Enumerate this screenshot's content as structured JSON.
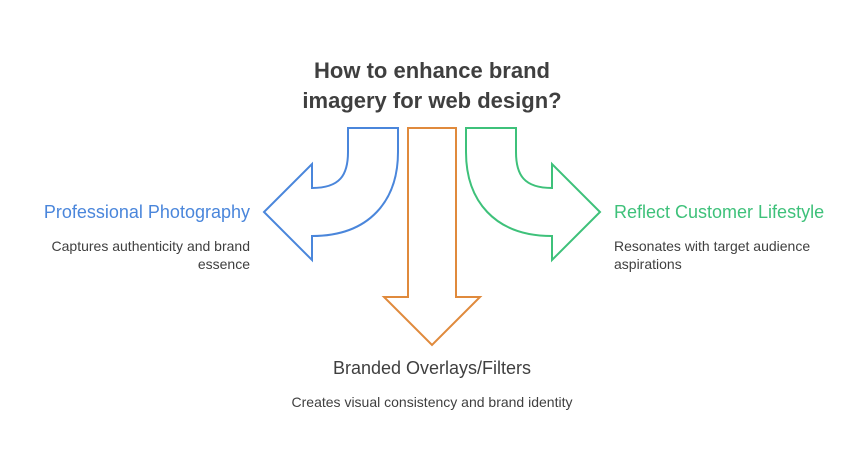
{
  "title": {
    "line1": "How to enhance brand",
    "line2": "imagery for web design?"
  },
  "colors": {
    "left": "#4a86db",
    "center": "#e08a3c",
    "right": "#3ec17a",
    "text": "#3f3f3f"
  },
  "branches": {
    "left": {
      "heading": "Professional Photography",
      "description": "Captures authenticity and brand essence"
    },
    "bottom": {
      "heading": "Branded Overlays/Filters",
      "description": "Creates visual consistency and brand identity"
    },
    "right": {
      "heading": "Reflect Customer Lifestyle",
      "description": "Resonates with target audience aspirations"
    }
  }
}
